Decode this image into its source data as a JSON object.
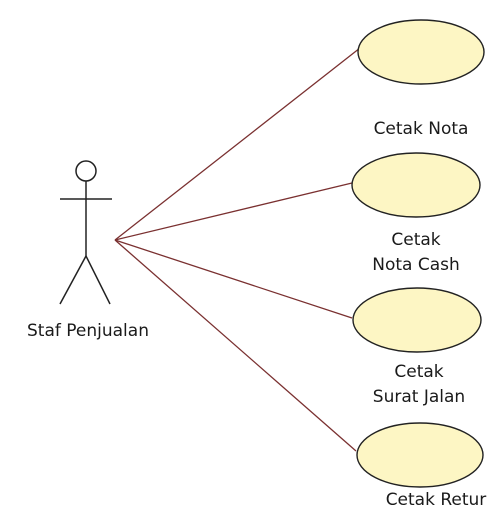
{
  "actor": {
    "name": "Staf Penjualan",
    "icon": "stick-figure-actor"
  },
  "use_cases": [
    {
      "id": "uc-cetak-nota",
      "lines": [
        "Cetak Nota"
      ]
    },
    {
      "id": "uc-cetak-nota-cash",
      "lines": [
        "Cetak",
        "Nota Cash"
      ]
    },
    {
      "id": "uc-cetak-surat-jalan",
      "lines": [
        "Cetak",
        "Surat Jalan"
      ]
    },
    {
      "id": "uc-cetak-retur",
      "lines": [
        "Cetak Retur"
      ]
    }
  ],
  "colors": {
    "ellipse_fill": "#fdf6c4",
    "ellipse_stroke": "#222222",
    "association_line": "#7a3030",
    "actor_stroke": "#222222",
    "text": "#1a1a1a"
  }
}
